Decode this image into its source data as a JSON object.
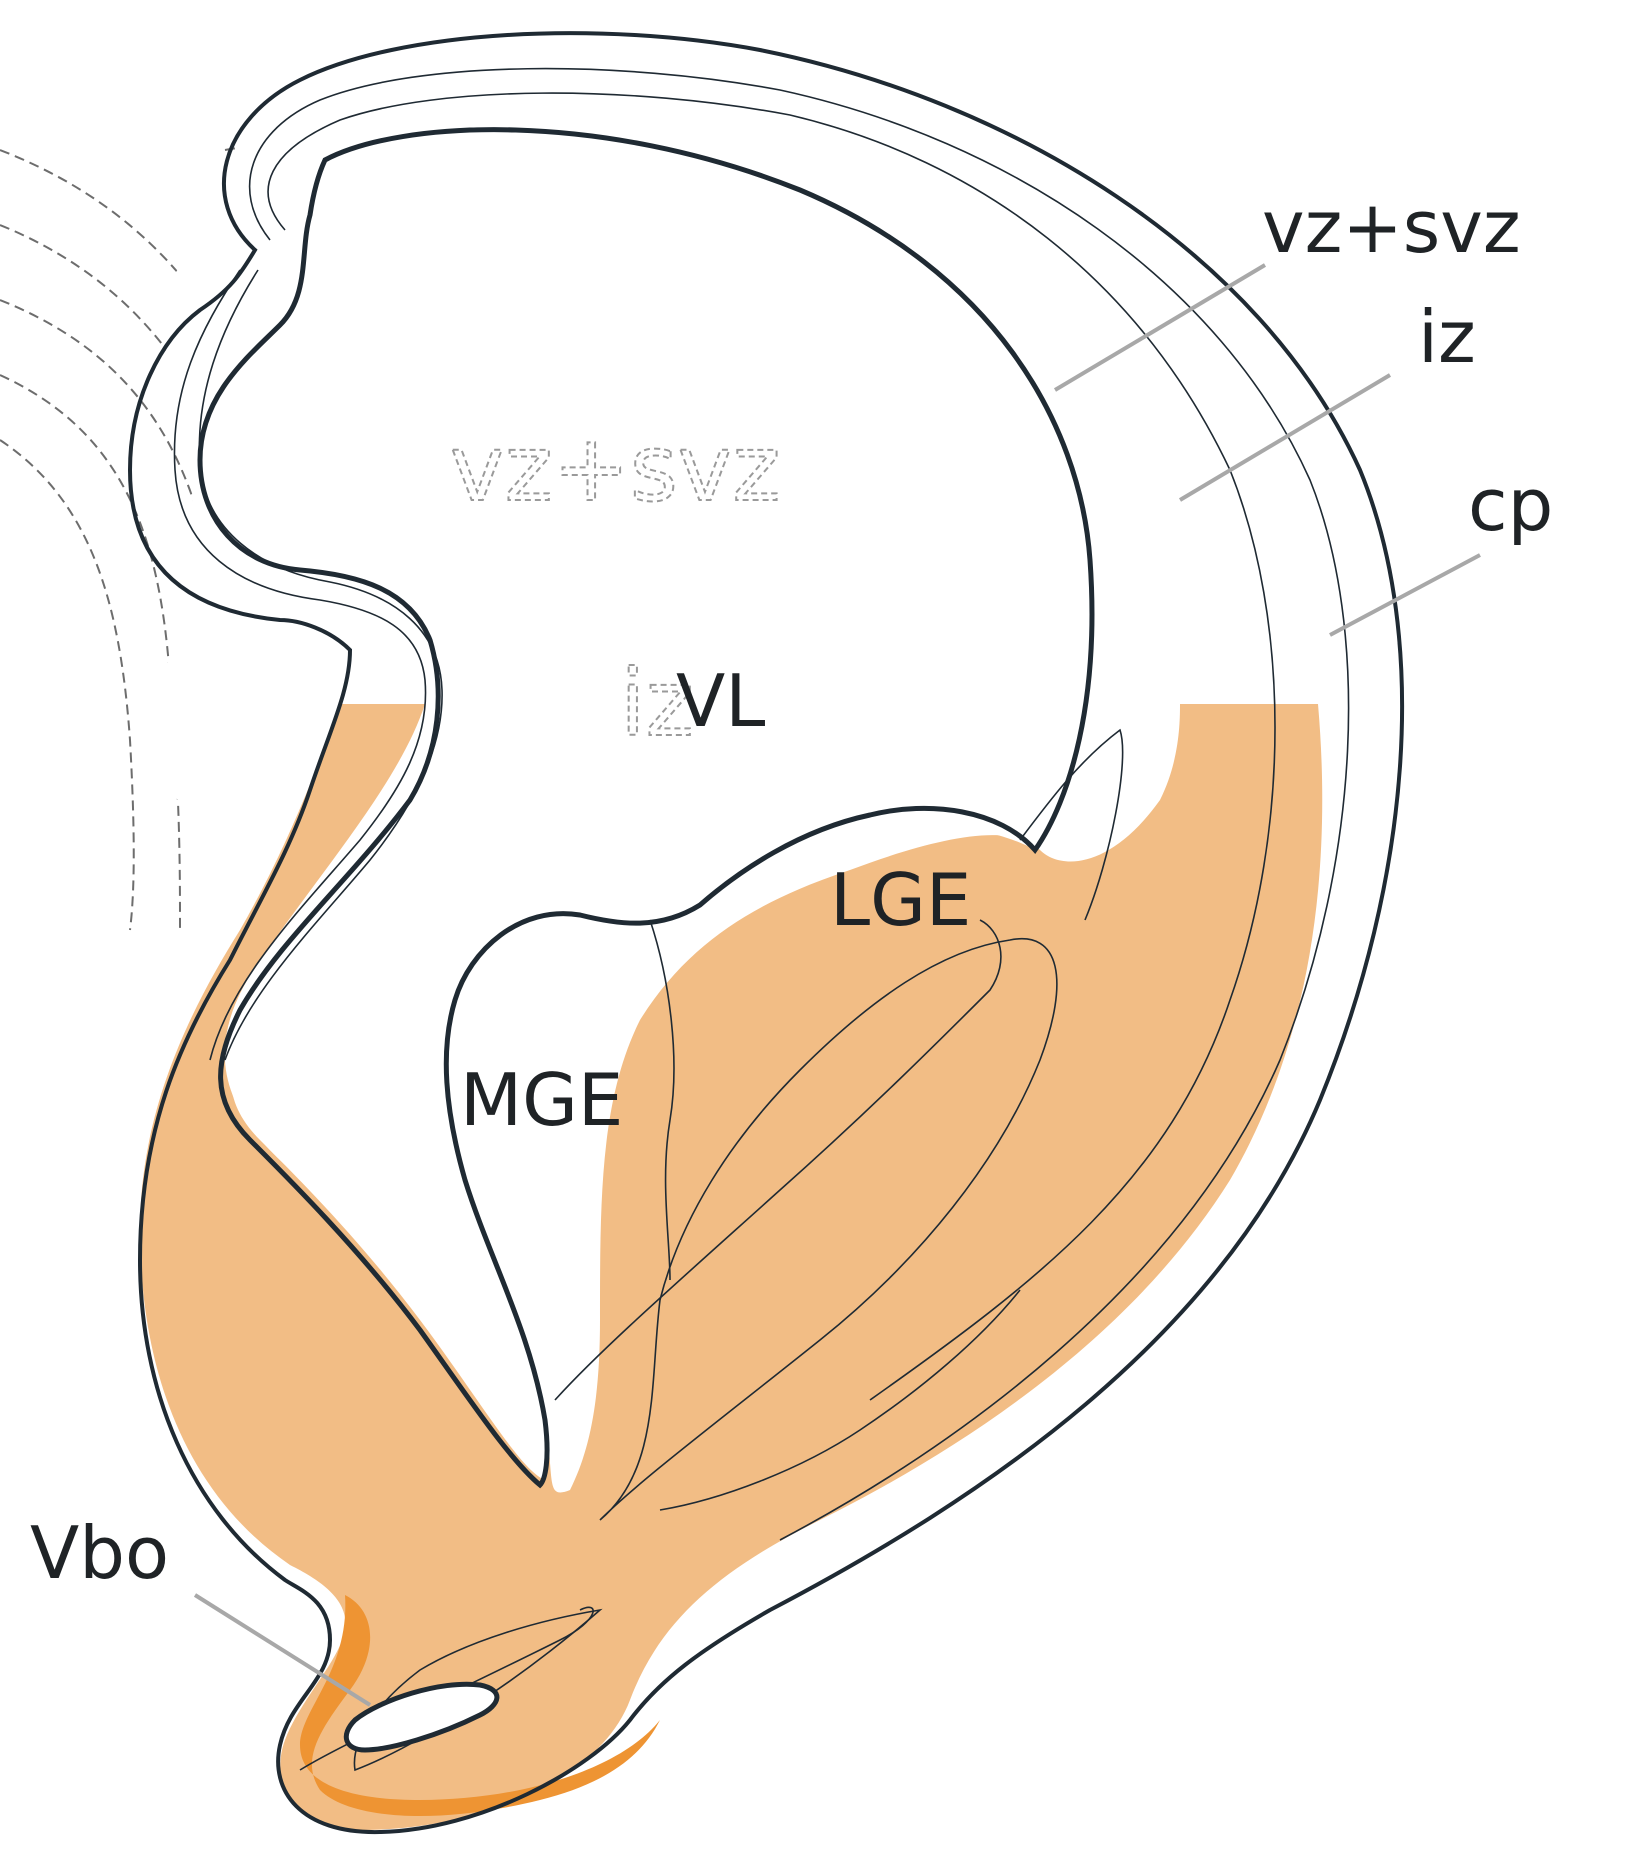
{
  "labels": {
    "vz_svz": "vz+svz",
    "iz": "iz",
    "cp": "cp",
    "vl": "VL",
    "lge": "LGE",
    "mge": "MGE",
    "vbo": "Vbo"
  },
  "ghost_labels": {
    "vz_svz": "vz+svz",
    "iz": "iz"
  },
  "colors": {
    "region_fill": "#f2bd85",
    "region_dark": "#ee9433",
    "outline": "#1f2a33",
    "leader": "#a8a8a8",
    "label": "#1f2326"
  }
}
